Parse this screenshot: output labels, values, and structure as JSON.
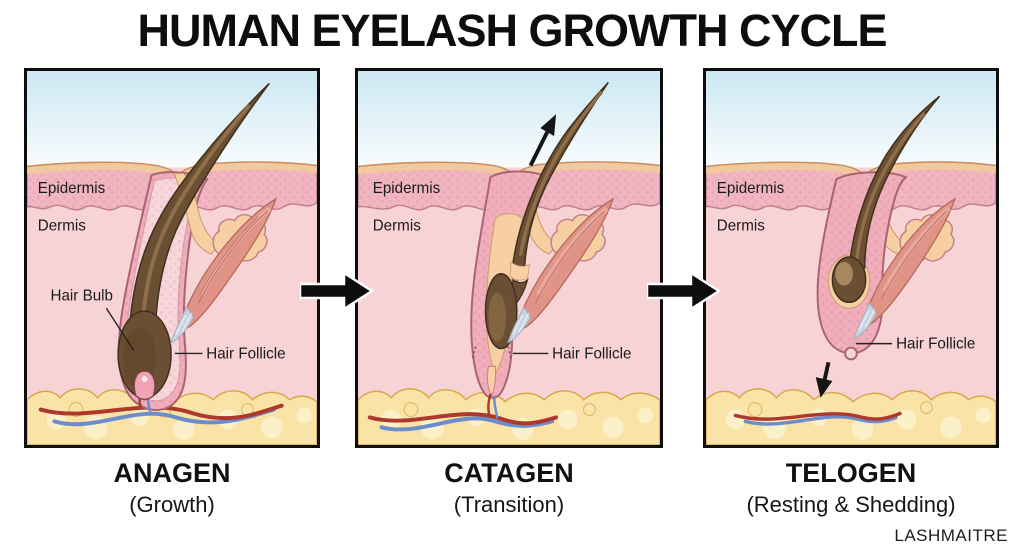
{
  "title": "HUMAN EYELASH GROWTH CYCLE",
  "brand": "LASHMAITRE",
  "flow_arrows": {
    "icon": "right-arrow",
    "count": 2
  },
  "panels": [
    {
      "id": "anagen",
      "stage": "ANAGEN",
      "substage": "(Growth)",
      "labels": {
        "epidermis": "Epidermis",
        "dermis": "Dermis",
        "hair_bulb": "Hair Bulb",
        "hair_follicle": "Hair Follicle"
      },
      "annotation_arrow": "none"
    },
    {
      "id": "catagen",
      "stage": "CATAGEN",
      "substage": "(Transition)",
      "labels": {
        "epidermis": "Epidermis",
        "dermis": "Dermis",
        "hair_follicle": "Hair Follicle"
      },
      "annotation_arrow": "up"
    },
    {
      "id": "telogen",
      "stage": "TELOGEN",
      "substage": "(Resting & Shedding)",
      "labels": {
        "epidermis": "Epidermis",
        "dermis": "Dermis",
        "hair_follicle": "Hair Follicle"
      },
      "annotation_arrow": "down"
    }
  ],
  "colors": {
    "sky": "#cbe7f2",
    "skin_surface": "#f2c89e",
    "epidermis": "#f1b6c1",
    "dermis": "#f7d3d6",
    "follicle_sheath": "#f1aebb",
    "inner_root_sheath": "#f6cfa2",
    "hair": "#6b4f33",
    "muscle": "#e09387",
    "fat": "#f9e3a7",
    "artery": "#ae382c",
    "vein": "#6c8ccc",
    "ink": "#0e0e0e"
  }
}
